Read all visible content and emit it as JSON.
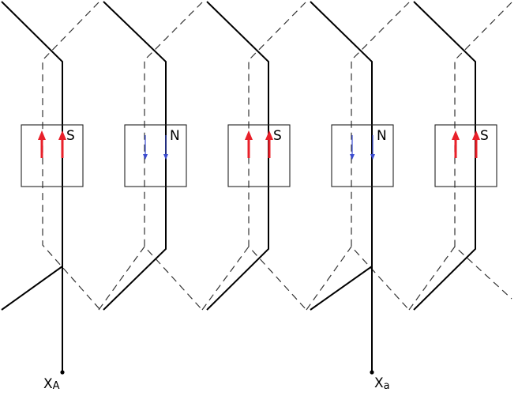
{
  "poles": [
    {
      "label": "S",
      "current_direction": "up",
      "arrow_color": "#e8202a"
    },
    {
      "label": "N",
      "current_direction": "down",
      "arrow_color": "#3a4bd0"
    },
    {
      "label": "S",
      "current_direction": "up",
      "arrow_color": "#e8202a"
    },
    {
      "label": "N",
      "current_direction": "down",
      "arrow_color": "#3a4bd0"
    },
    {
      "label": "S",
      "current_direction": "up",
      "arrow_color": "#e8202a"
    }
  ],
  "terminals": [
    {
      "main": "X",
      "sub": "A"
    },
    {
      "main": "X",
      "sub": "a"
    }
  ],
  "colors": {
    "line": "#000000",
    "dashed_line": "#333333",
    "south_arrow": "#e8202a",
    "north_arrow": "#3a4bd0"
  }
}
